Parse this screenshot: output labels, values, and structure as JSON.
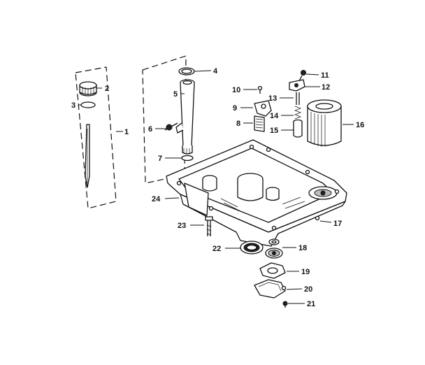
{
  "diagram": {
    "type": "exploded-parts-view",
    "callouts": {
      "p1": "1",
      "p2": "2",
      "p3": "3",
      "p4": "4",
      "p5": "5",
      "p6": "6",
      "p7": "7",
      "p8": "8",
      "p9": "9",
      "p10": "10",
      "p11": "11",
      "p12": "12",
      "p13": "13",
      "p14": "14",
      "p15": "15",
      "p16": "16",
      "p17": "17",
      "p18": "18",
      "p19": "19",
      "p20": "20",
      "p21": "21",
      "p22": "22",
      "p23": "23",
      "p24": "24"
    }
  }
}
